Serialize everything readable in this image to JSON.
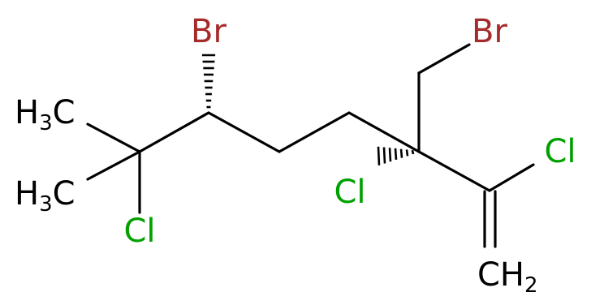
{
  "colors": {
    "bond": "#000000",
    "carbon": "#000000",
    "bromine": "#a52a2a",
    "chlorine": "#00a000"
  },
  "atoms": {
    "br_stereo": "Br",
    "br_methyl": "Br",
    "cl_tertiary": "Cl",
    "cl_quaternary": "Cl",
    "cl_vinyl": "Cl",
    "methyl_top_main": "H",
    "methyl_top_sub": "3",
    "methyl_top_tail": "C",
    "methyl_bottom_main": "H",
    "methyl_bottom_sub": "3",
    "methyl_bottom_tail": "C",
    "ch2_main": "CH",
    "ch2_sub": "2"
  }
}
